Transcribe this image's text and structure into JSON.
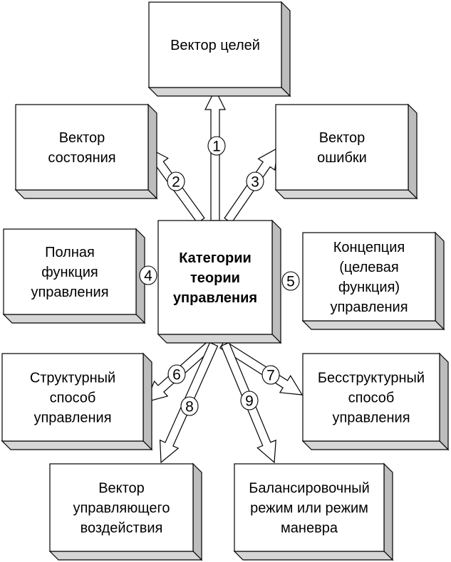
{
  "center": {
    "lines": [
      "Категории",
      "теории",
      "управления"
    ]
  },
  "boxes": [
    {
      "id": "goal-vector",
      "lines": [
        "Вектор целей"
      ]
    },
    {
      "id": "state-vector",
      "lines": [
        "Вектор",
        "состояния"
      ]
    },
    {
      "id": "error-vector",
      "lines": [
        "Вектор",
        "ошибки"
      ]
    },
    {
      "id": "full-control-function",
      "lines": [
        "Полная",
        "функция",
        "управления"
      ]
    },
    {
      "id": "control-concept",
      "lines": [
        "Концепция",
        "(целевая",
        "функция)",
        "управления"
      ]
    },
    {
      "id": "structured-control",
      "lines": [
        "Структурный",
        "способ",
        "управления"
      ]
    },
    {
      "id": "unstructured-control",
      "lines": [
        "Бесструктурный",
        "способ",
        "управления"
      ]
    },
    {
      "id": "control-action-vector",
      "lines": [
        "Вектор",
        "управляющего",
        "воздействия"
      ]
    },
    {
      "id": "balancing-mode",
      "lines": [
        "Балансировочный",
        "режим или режим",
        "маневра"
      ]
    }
  ],
  "numbers": [
    "1",
    "2",
    "3",
    "4",
    "5",
    "6",
    "7",
    "8",
    "9"
  ]
}
